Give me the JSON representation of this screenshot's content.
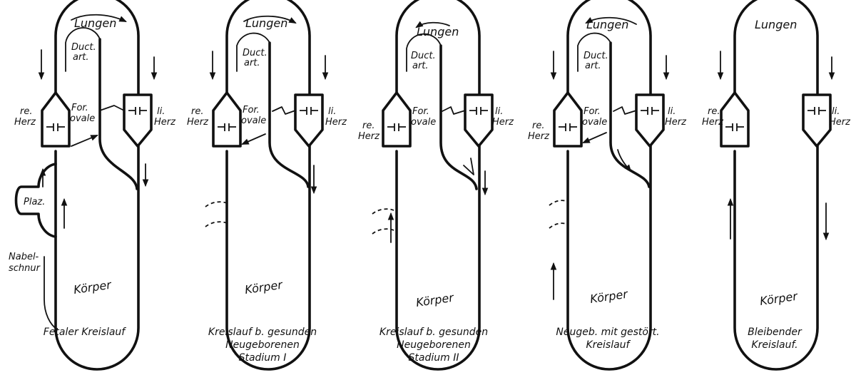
{
  "labels": {
    "lungs": "Lungen",
    "body": "Körper",
    "right_heart": [
      "re.",
      "Herz"
    ],
    "left_heart": [
      "li.",
      "Herz"
    ],
    "ductus": [
      "Duct.",
      "art."
    ],
    "foramen": [
      "For.",
      "ovale"
    ],
    "placenta": "Plaz.",
    "umbilical": [
      "Nabel-",
      "schnur"
    ]
  },
  "panels": [
    {
      "caption": [
        "Fetaler Kreislauf"
      ]
    },
    {
      "caption": [
        "Kreislauf b. gesunden",
        "Neugeborenen",
        "Stadium I"
      ]
    },
    {
      "caption": [
        "Kreislauf b. gesunden",
        "Neugeborenen",
        "Stadium II"
      ]
    },
    {
      "caption": [
        "Neugeb. mit gestört.",
        "Kreislauf"
      ]
    },
    {
      "caption": [
        "Bleibender",
        "Kreislauf."
      ]
    }
  ]
}
